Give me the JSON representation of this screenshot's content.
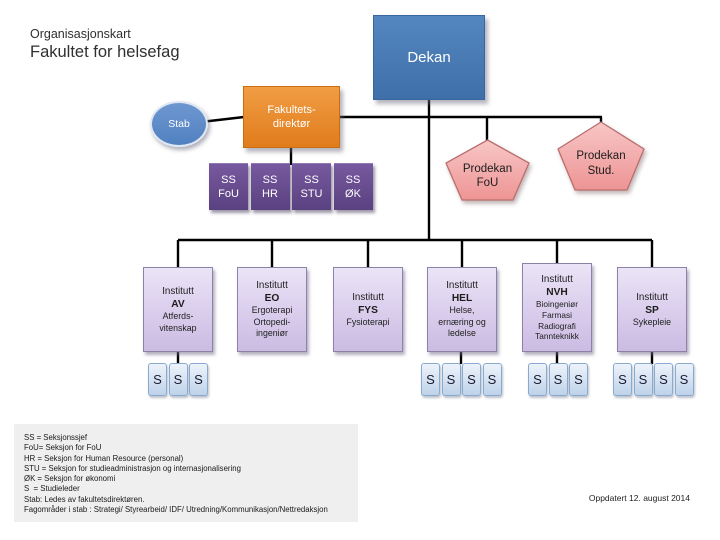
{
  "title": {
    "line1": "Organisasjonskart",
    "line2": "Fakultet for helsefag"
  },
  "nodes": {
    "dekan": {
      "label": "Dekan"
    },
    "stab": {
      "label": "Stab"
    },
    "fakultetsdirektor": {
      "line1": "Fakultets-",
      "line2": "direktør"
    },
    "ss_sections": [
      {
        "top": "SS",
        "bottom": "FoU"
      },
      {
        "top": "SS",
        "bottom": "HR"
      },
      {
        "top": "SS",
        "bottom": "STU"
      },
      {
        "top": "SS",
        "bottom": "ØK"
      }
    ],
    "prodekan_fou": {
      "line1": "Prodekan",
      "line2": "FoU"
    },
    "prodekan_stud": {
      "line1": "Prodekan",
      "line2": "Stud."
    },
    "institutes": [
      {
        "name": "Institutt",
        "code": "AV",
        "desc": [
          "Atferds-",
          "vitenskap"
        ]
      },
      {
        "name": "Institutt",
        "code": "EO",
        "desc": [
          "Ergoterapi",
          "Ortopedi-",
          "ingeniør"
        ]
      },
      {
        "name": "Institutt",
        "code": "FYS",
        "desc": [
          "Fysioterapi"
        ]
      },
      {
        "name": "Institutt",
        "code": "HEL",
        "desc": [
          "Helse,",
          "ernæring og",
          "ledelse"
        ]
      },
      {
        "name": "Institutt",
        "code": "NVH",
        "desc": [
          "Bioingeniør",
          "Farmasi",
          "Radiografi",
          "Tannteknikk"
        ]
      },
      {
        "name": "Institutt",
        "code": "SP",
        "desc": [
          "Sykepleie"
        ]
      }
    ],
    "s_label": "S"
  },
  "legend": {
    "lines": [
      "SS = Seksjonssjef",
      "FoU= Seksjon for FoU",
      "HR = Seksjon for Human Resource (personal)",
      "STU = Seksjon for studieadministrasjon og internasjonalisering",
      "ØK = Seksjon for økonomi",
      "S  = Studieleder",
      "Stab: Ledes av fakultetsdirektøren.",
      "Fagområder i stab : Strategi/ Styrearbeid/ IDF/ Utredning/Kommunikasjon/Nettredaksjon"
    ]
  },
  "footer": {
    "updated": "Oppdatert 12. august 2014"
  },
  "colors": {
    "dekan_blue": "#4276b2",
    "director_orange": "#e8821e",
    "section_purple": "#64498c",
    "prodekan_pink": "#f2a0a0",
    "institute_lavender": "#dcd2ee",
    "studieleder_blue": "#ccdcf0",
    "connector_black": "#000000",
    "legend_gray": "#efefef"
  }
}
